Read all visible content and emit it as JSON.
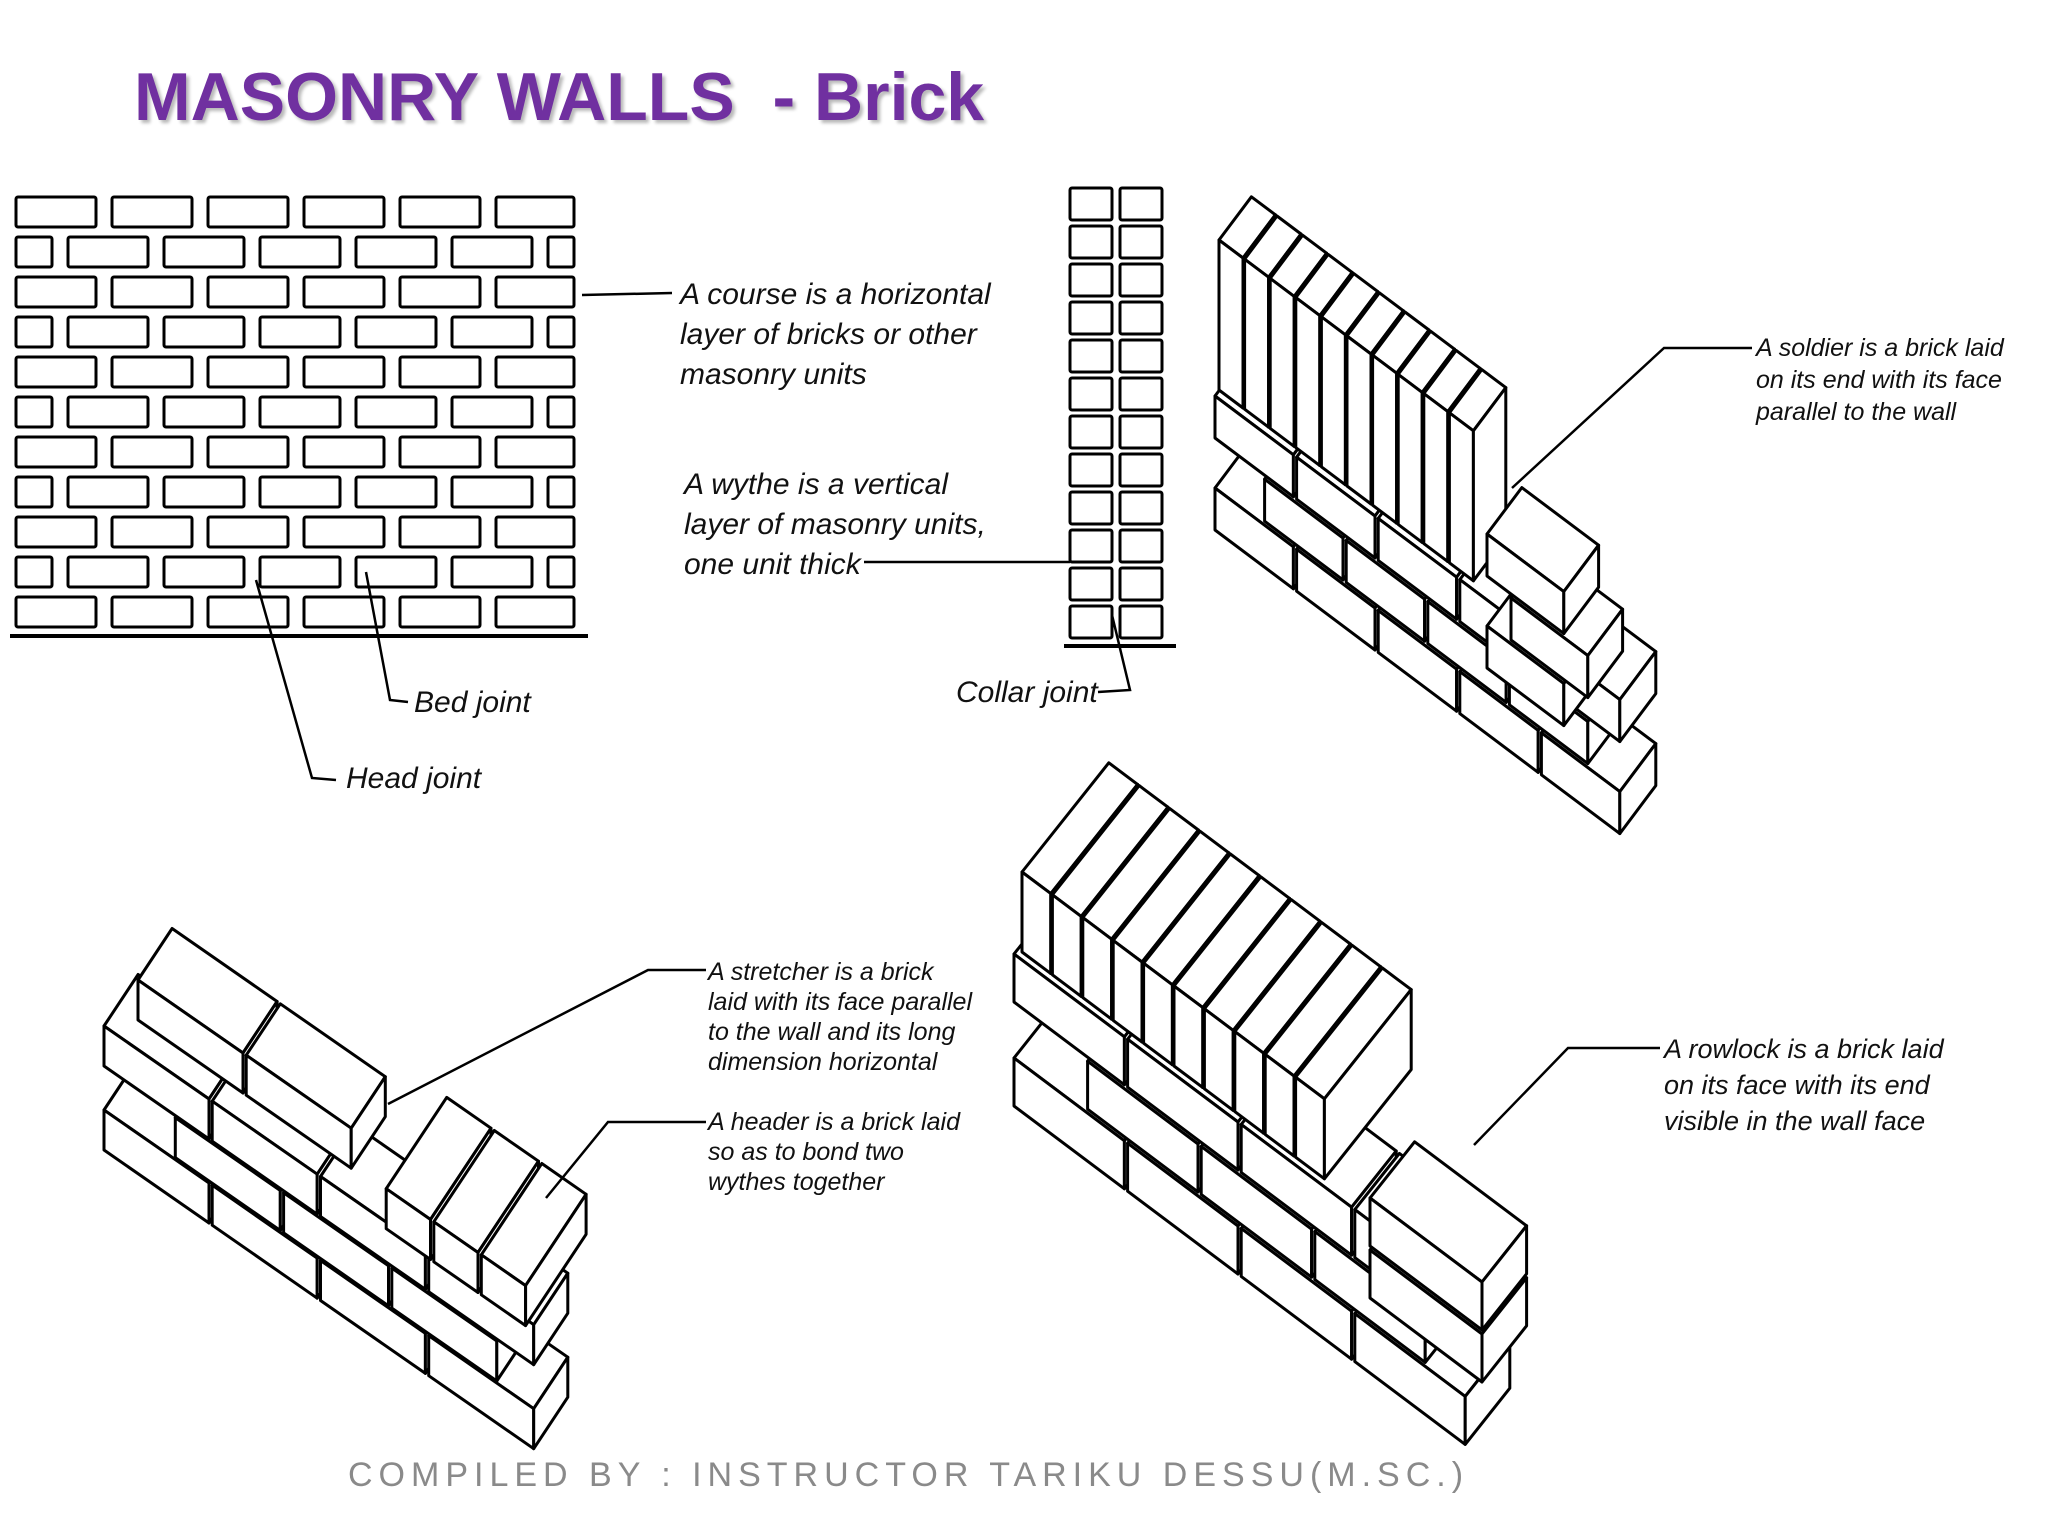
{
  "title": "MASONRY WALLS  - Brick",
  "footer": "COMPILED BY : INSTRUCTOR TARIKU DESSU(M.SC.)",
  "labels": {
    "course": [
      "A course is a horizontal",
      "layer of bricks or other",
      "masonry units"
    ],
    "wythe": [
      "A wythe is a vertical",
      "layer of masonry units,",
      "one unit thick"
    ],
    "bed_joint": "Bed joint",
    "head_joint": "Head joint",
    "collar_joint": "Collar joint",
    "soldier": [
      "A soldier is a brick laid",
      "on its end with its face",
      "parallel to the wall"
    ],
    "stretcher": [
      "A stretcher is a brick",
      "laid with its face parallel",
      "to the wall and its long",
      "dimension horizontal"
    ],
    "header": [
      "A header is a brick laid",
      "so as to bond two",
      "wythes together"
    ],
    "rowlock": [
      "A rowlock is a brick laid",
      "on its face with its end",
      "visible in the wall face"
    ]
  },
  "colors": {
    "title": "#7030a0",
    "footer": "#8a8a8a",
    "ink": "#111111"
  }
}
